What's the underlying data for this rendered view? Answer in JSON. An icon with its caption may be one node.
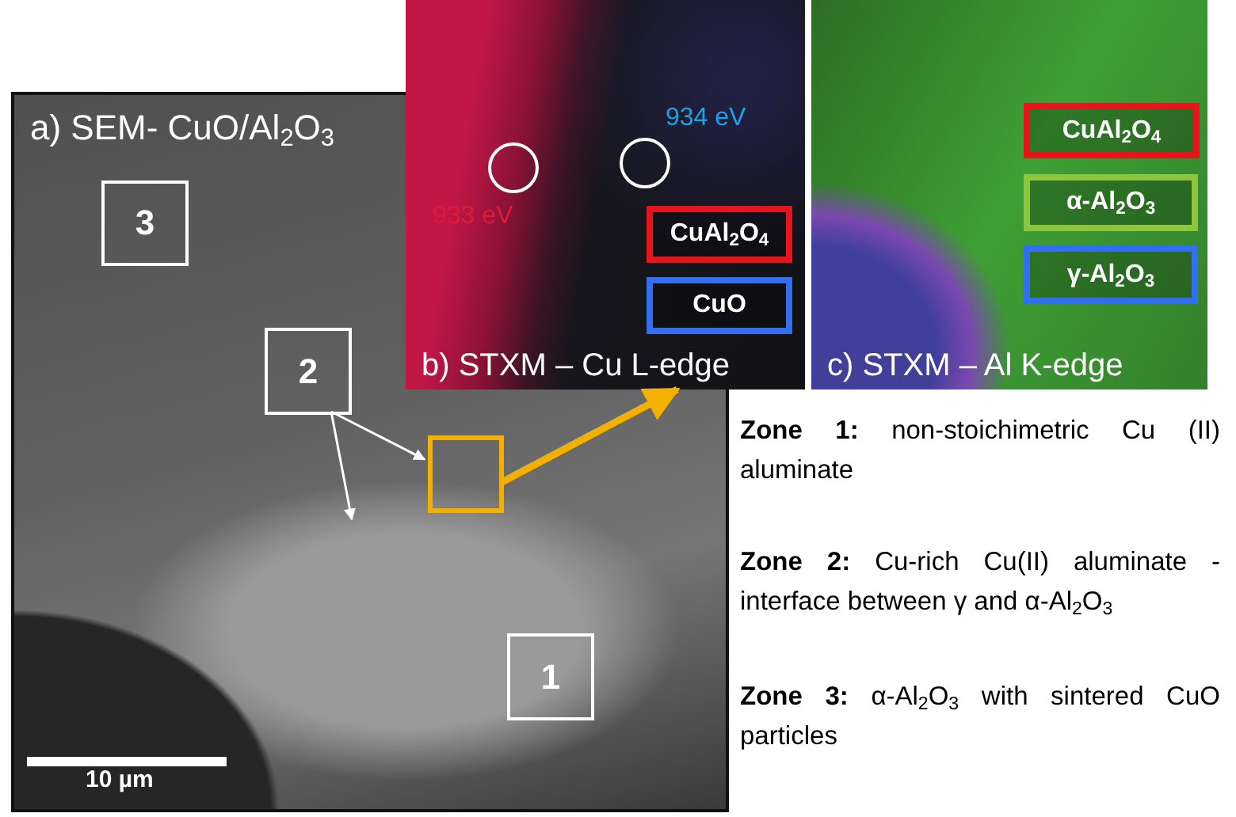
{
  "diagram": {
    "nodes": [
      {
        "text": [
          "a) SEM- CuO/Al$_{2}$O$_{3}$"
        ]
      },
      {
        "text": [
          "3"
        ],
        "in": 0
      },
      {
        "text": [
          "2"
        ],
        "in": 0
      },
      {
        "text": [
          "1"
        ],
        "in": 0
      },
      {
        "text": [],
        "shape": "box",
        "in": 0
      },
      {
        "text": [
          "b) STXM – Cu L-edge"
        ]
      },
      {
        "text": [],
        "shape": "circle"
      },
      {
        "text": [],
        "shape": "circle"
      },
      {
        "text": [
          "CuAl$_{2}$O$_{4}$"
        ],
        "in": 5
      },
      {
        "text": [
          "CuO"
        ],
        "in": 5
      },
      {
        "text": [
          "c) STXM – Al K-edge"
        ]
      },
      {
        "text": [
          "CuAl$_{2}$O$_{4}$"
        ],
        "in": 10
      },
      {
        "text": [
          "α-Al$_{2}$O$_{3}$"
        ],
        "in": 10
      },
      {
        "text": [
          "γ-Al$_{2}$O$_{3}$"
        ],
        "in": 10
      }
    ],
    "edges": [
      {
        "from": 2,
        "to": 4,
        "arrow": "to"
      },
      {
        "from": 2,
        "to": null,
        "arrow": "to"
      },
      {
        "from": 4,
        "to": 5,
        "arrow": "to",
        "style": "thick",
        "color": "#f2b100"
      }
    ],
    "labels": [
      "934 eV",
      "933 eV",
      "10 µm",
      "**Zone 1:** non-stoichimetric Cu (II) aluminate",
      "**Zone 2:** Cu-rich Cu(II) aluminate - interface between γ and α-Al$_{2}$O$_{3}$",
      "**Zone 3:** α-Al$_{2}$O$_{3}$ with sintered CuO particles"
    ]
  }
}
